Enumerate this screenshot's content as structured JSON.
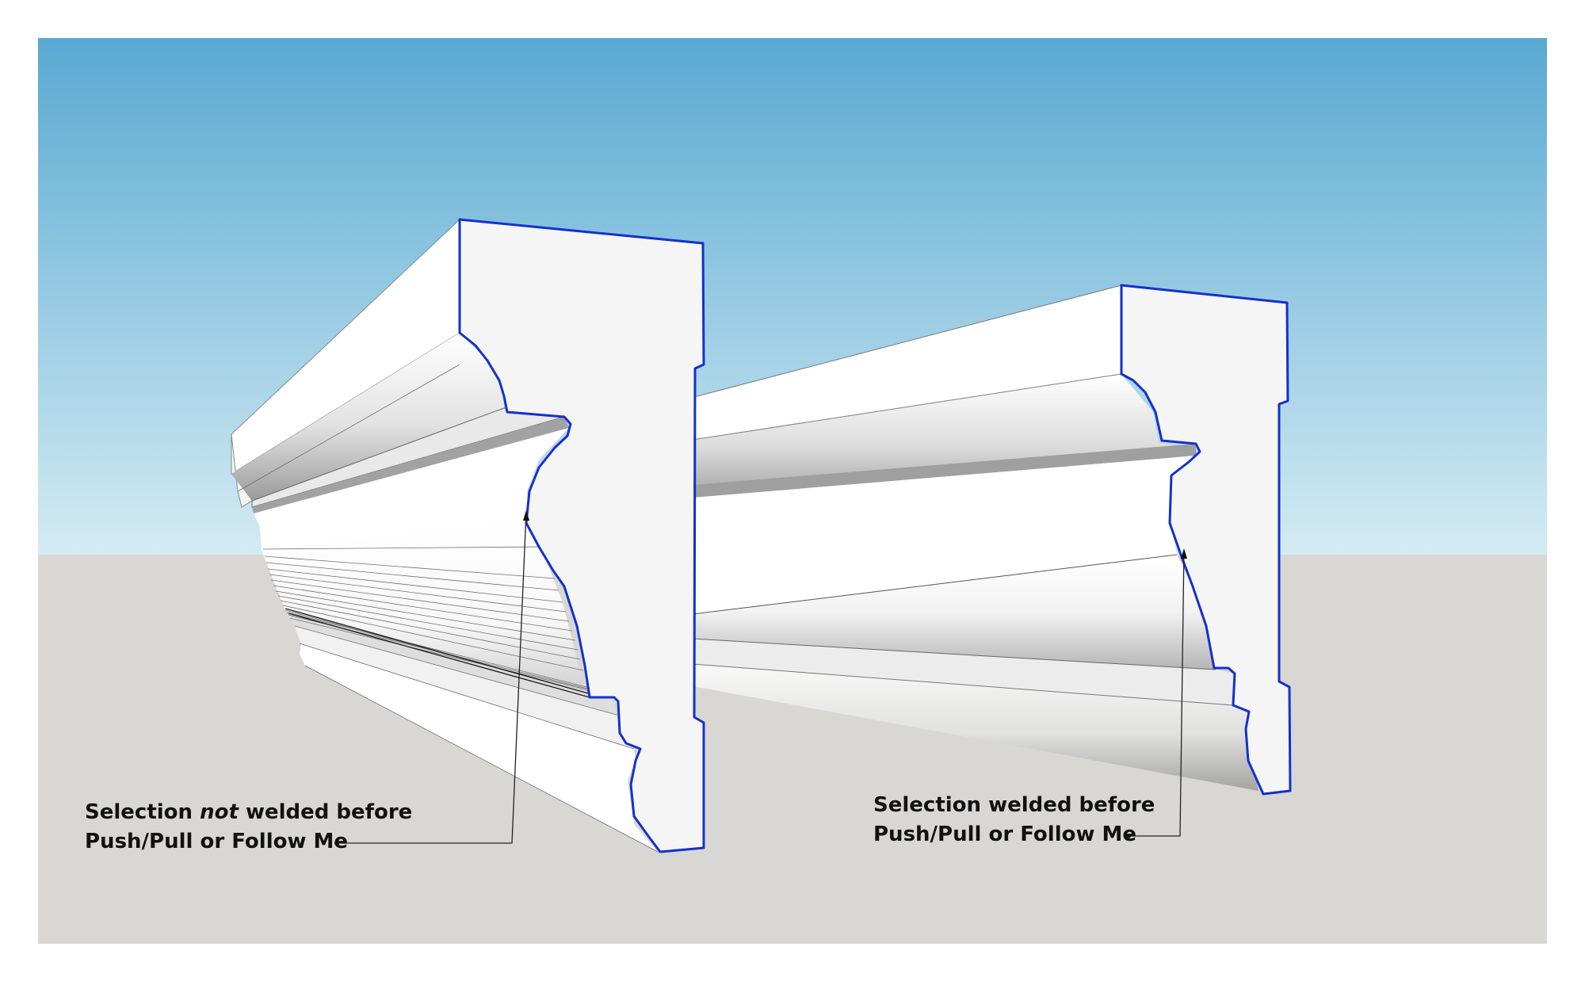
{
  "callouts": {
    "left": {
      "line1_a": "Selection ",
      "line1_em": "not",
      "line1_b": " welded before",
      "line2": "Push/Pull or Follow Me"
    },
    "right": {
      "line1": "Selection welded before",
      "line2": "Push/Pull or Follow Me"
    }
  },
  "colors": {
    "sky_top": "#58a9d2",
    "sky_bottom": "#d4ebf3",
    "ground": "#d8d7d3",
    "edge_selected": "#1530cc",
    "face_end": "#f5f5f5",
    "face_lit": "#ffffff",
    "face_shadow": "#a9a9a9"
  }
}
